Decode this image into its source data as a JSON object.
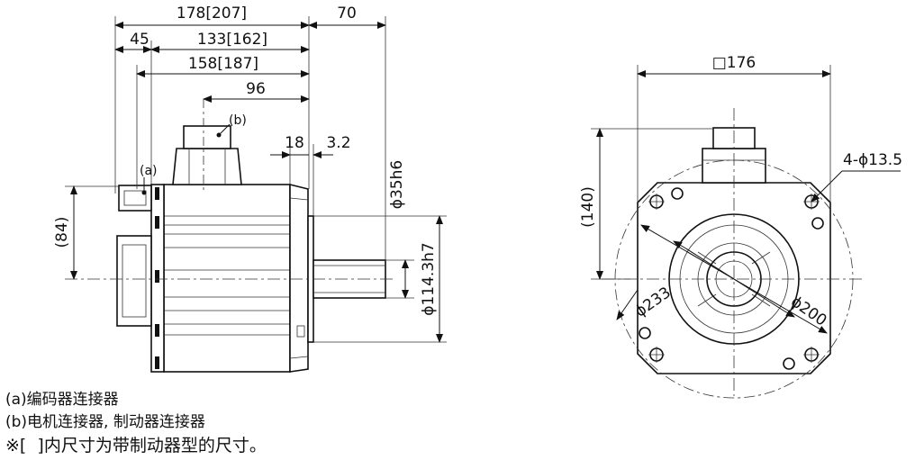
{
  "side_view": {
    "dim_overall": "178[207]",
    "dim_shaft_len": "70",
    "dim_45": "45",
    "dim_133": "133[162]",
    "dim_158": "158[187]",
    "dim_96": "96",
    "dim_18": "18",
    "dim_3_2": "3.2",
    "dim_84": "(84)",
    "dim_shaft_dia": "ϕ35h6",
    "dim_spigot_dia": "ϕ114.3h7",
    "label_a": "(a)",
    "label_b": "(b)"
  },
  "front_view": {
    "dim_square": "□176",
    "dim_140": "(140)",
    "dim_holes": "4-ϕ13.5",
    "dim_233": "ϕ233",
    "dim_200": "ϕ200"
  },
  "notes": [
    "(a)编码器连接器",
    "(b)电机连接器, 制动器连接器",
    "※[  ]内尺寸为带制动器型的尺寸。"
  ]
}
